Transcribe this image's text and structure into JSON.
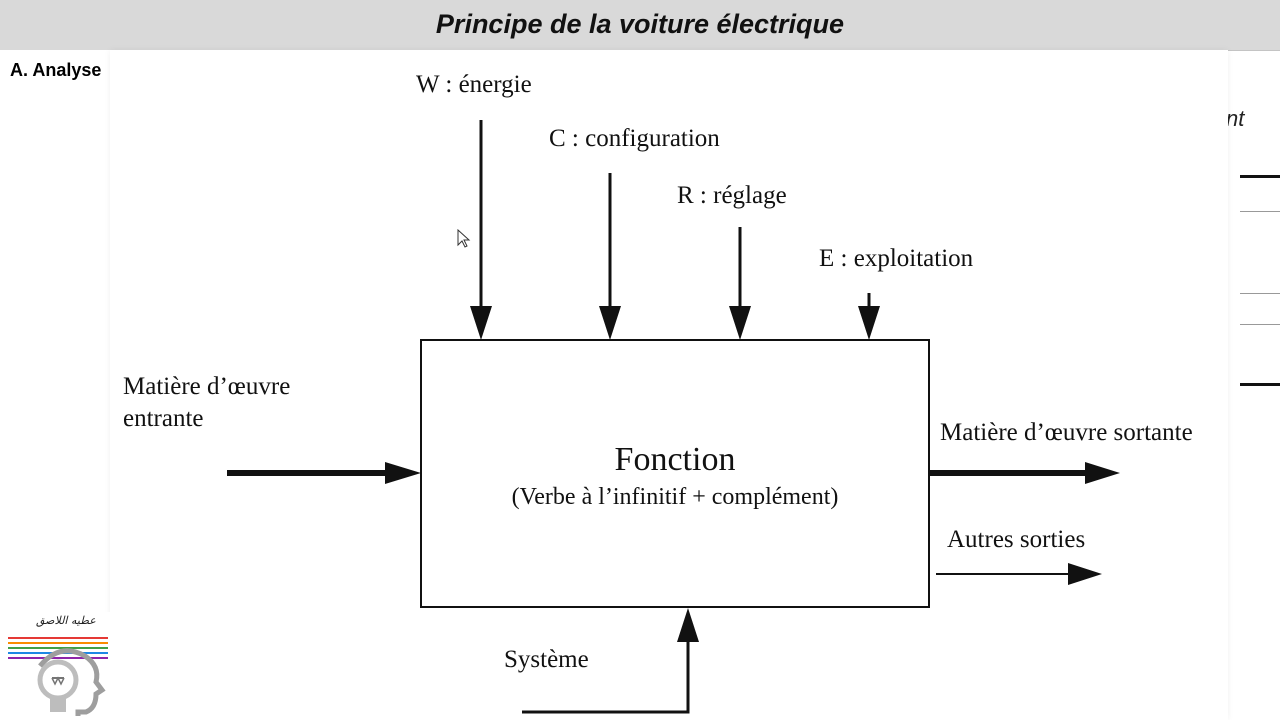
{
  "header": {
    "title": "Principe de la voiture électrique"
  },
  "left": {
    "section_label": "A. Analyse"
  },
  "right": {
    "fragment": "nt"
  },
  "diagram": {
    "inputs_top": [
      {
        "label": "W : énergie"
      },
      {
        "label": "C : configuration"
      },
      {
        "label": "R : réglage"
      },
      {
        "label": "E : exploitation"
      }
    ],
    "input_left": {
      "line1": "Matière d’œuvre",
      "line2": "entrante"
    },
    "box": {
      "title": "Fonction",
      "subtitle": "(Verbe à l’infinitif + complément)"
    },
    "output_main": {
      "label": "Matière d’œuvre sortante"
    },
    "output_other": {
      "label": "Autres sorties"
    },
    "bottom": {
      "label": "Système"
    }
  },
  "logo": {
    "text": "عطيه اللاصق",
    "icon": "lightbulb-head-icon"
  },
  "colors": {
    "title_bar": "#d9d9d9",
    "ink": "#111111"
  }
}
